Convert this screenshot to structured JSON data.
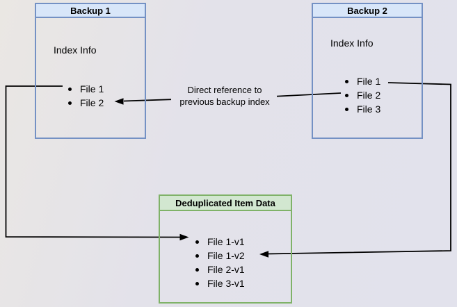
{
  "diagram": {
    "boxes": {
      "backup1": {
        "title": "Backup 1",
        "section_label": "Index Info",
        "items": [
          "File 1",
          "File 2"
        ]
      },
      "backup2": {
        "title": "Backup 2",
        "section_label": "Index Info",
        "items": [
          "File 1",
          "File 2",
          "File 3"
        ]
      },
      "dedup": {
        "title": "Deduplicated Item Data",
        "items": [
          "File 1-v1",
          "File 1-v2",
          "File 2-v1",
          "File 3-v1"
        ]
      }
    },
    "edge_label": {
      "line1": "Direct reference to",
      "line2": "previous backup index"
    },
    "colors": {
      "blue_fill": "#d8e6f9",
      "blue_stroke": "#7491c4",
      "green_fill": "#d2e7d0",
      "green_stroke": "#7fb268",
      "arrow": "#000000",
      "text": "#000000"
    }
  }
}
